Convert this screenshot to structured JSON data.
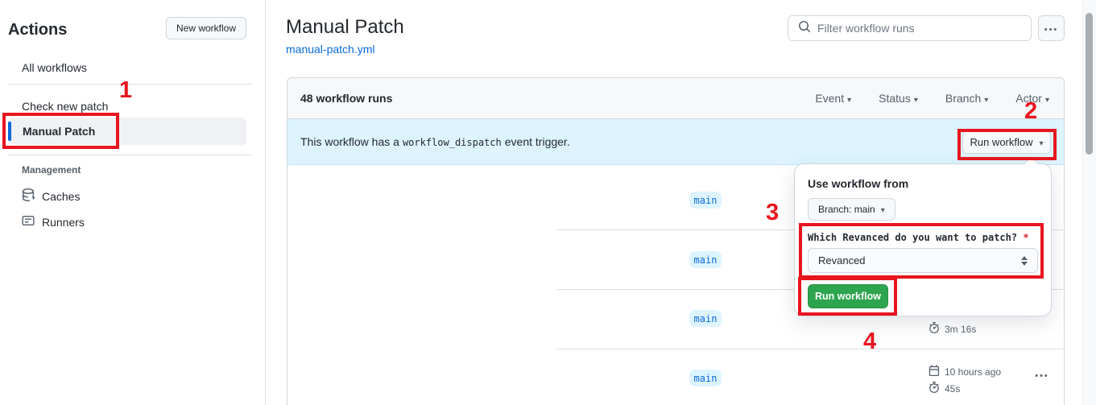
{
  "colors": {
    "annotation_red": "#e8151e",
    "accent_blue": "#0969da",
    "banner_blue": "#ddf4ff",
    "success_green": "#2da44e",
    "top_strip_salmon": "#f4745e"
  },
  "sidebar": {
    "title": "Actions",
    "new_workflow_button": "New workflow",
    "all_workflows": "All workflows",
    "workflow_items": [
      {
        "label": "Check new patch",
        "selected": false
      },
      {
        "label": "Manual Patch",
        "selected": true
      }
    ],
    "management_label": "Management",
    "management_items": [
      {
        "label": "Caches",
        "icon": "cache-icon"
      },
      {
        "label": "Runners",
        "icon": "runners-icon"
      }
    ]
  },
  "header": {
    "title": "Manual Patch",
    "file_link": "manual-patch.yml",
    "filter_placeholder": "Filter workflow runs"
  },
  "runs_card": {
    "count_label": "48 workflow runs",
    "filters": [
      {
        "label": "Event"
      },
      {
        "label": "Status"
      },
      {
        "label": "Branch"
      },
      {
        "label": "Actor"
      }
    ],
    "banner": {
      "text_before": "This workflow has a",
      "code": "workflow_dispatch",
      "text_after": "event trigger.",
      "run_workflow_button": "Run workflow"
    },
    "rows": [
      {
        "branch": "main"
      },
      {
        "branch": "main"
      },
      {
        "branch": "main",
        "duration": "3m 16s"
      },
      {
        "branch": "main",
        "time_ago": "10 hours ago",
        "duration": "45s"
      }
    ]
  },
  "run_dialog": {
    "title": "Use workflow from",
    "branch_selector": "Branch: main",
    "input_label": "Which Revanced do you want to patch?",
    "required_marker": "*",
    "input_value": "Revanced",
    "submit_button": "Run workflow"
  },
  "annotations": {
    "step1": "1",
    "step2": "2",
    "step3": "3",
    "step4": "4"
  }
}
